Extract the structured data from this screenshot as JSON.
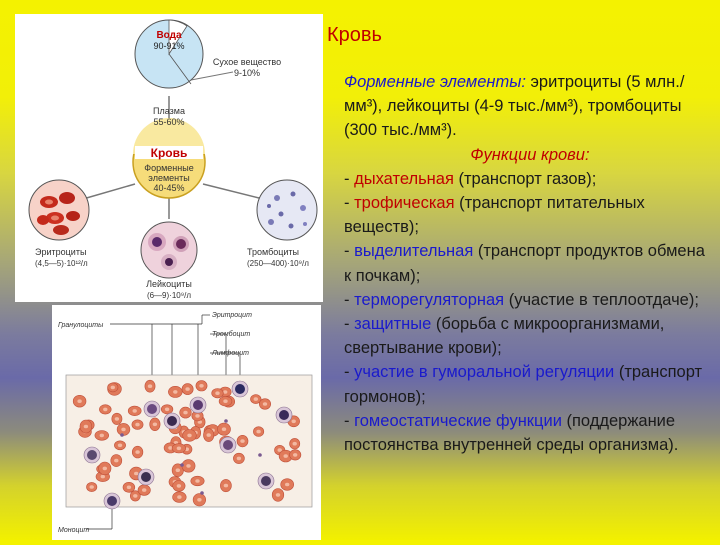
{
  "title": "Кровь",
  "diagram": {
    "water_label": "Вода",
    "water_pct": "90-91%",
    "dry_label": "Сухое вещество",
    "dry_pct": "9-10%",
    "plasma_label": "Плазма",
    "plasma_pct": "55-60%",
    "blood_label": "Кровь",
    "formed_label_1": "Форменные",
    "formed_label_2": "элементы",
    "formed_pct": "40-45%",
    "rbc_label": "Эритроциты",
    "rbc_count": "(4,5—5)·10¹²/л",
    "wbc_label": "Лейкоциты",
    "wbc_count": "(6—9)·10⁹/л",
    "plt_label": "Тромбоциты",
    "plt_count": "(250—400)·10⁹/л"
  },
  "smear": {
    "label_granulocytes": "Гранулоциты",
    "label_erythrocyte": "Эритроцит",
    "label_thrombocyte": "Тромбоцит",
    "label_lymphocyte": "Лимфоцит",
    "label_monocyte": "Моноцит"
  },
  "text": {
    "formed_prefix": "Форменные элементы:",
    "formed_body": " эритроциты (5 млн./мм³), лейкоциты (4-9 тыс./мм³), тромбоциты (300 тыс./мм³).",
    "functions_title": "Функции крови:",
    "items": [
      {
        "dash": "- ",
        "term": "дыхательная",
        "desc": " (транспорт газов);"
      },
      {
        "dash": "- ",
        "term": "трофическая",
        "desc": " (транспорт питательных веществ);"
      },
      {
        "dash": "- ",
        "term": "выделительная",
        "desc": " (транспорт продуктов обмена к почкам);"
      },
      {
        "dash": "- ",
        "term": "терморегуляторная",
        "desc": " (участие в теплоотдаче);"
      },
      {
        "dash": "- ",
        "term": "защитные",
        "desc": " (борьба с микроорганизмами, свертывание крови);"
      },
      {
        "dash": "- ",
        "term": "участие в гуморальной регуляции",
        "desc": " (транспорт гормонов);"
      },
      {
        "dash": "- ",
        "term": "гомеостатические функции",
        "desc": " (поддержание постоянства внутренней среды организма)."
      }
    ]
  }
}
